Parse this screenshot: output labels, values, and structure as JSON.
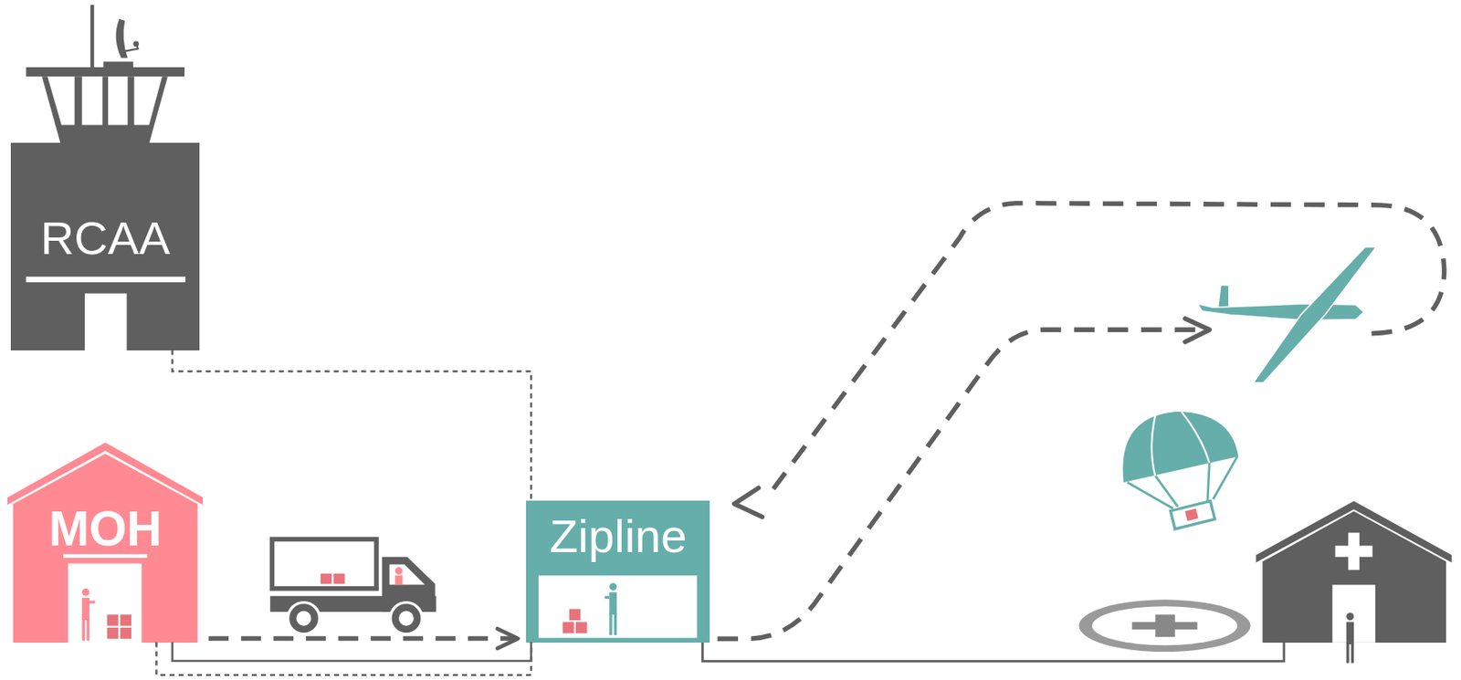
{
  "diagram": {
    "nodes": [
      {
        "text": [
          "RCAA"
        ]
      },
      {
        "text": [
          "MOH"
        ]
      },
      {
        "text": [
          "Zipline"
        ]
      }
    ],
    "edges": [
      {
        "from": 0,
        "to": 2,
        "arrow": "none"
      },
      {
        "from": 1,
        "to": 2,
        "arrow": "to"
      },
      {
        "from": 1,
        "to": 2,
        "arrow": "none"
      },
      {
        "from": 1,
        "to": 2,
        "arrow": "none"
      }
    ]
  }
}
